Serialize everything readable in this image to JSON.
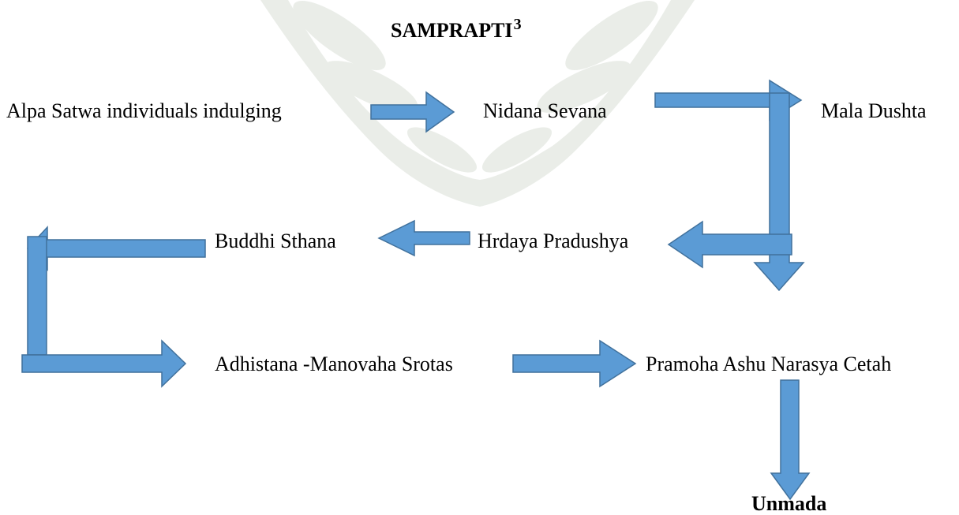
{
  "title": {
    "text": "SAMPRAPTI",
    "superscript": "3"
  },
  "nodes": {
    "alpa": "Alpa Satwa individuals indulging",
    "nidana": "Nidana Sevana",
    "mala": "Mala Dushta",
    "buddhi": "Buddhi Sthana",
    "hrdaya": "Hrdaya Pradushya",
    "adhistana": "Adhistana -Manovaha Srotas",
    "pramoha": "Pramoha Ashu  Narasya Cetah",
    "unmada": "Unmada"
  },
  "colors": {
    "arrow_fill": "#5b9bd5",
    "arrow_stroke": "#41719c",
    "watermark": "#dfe5dc"
  }
}
